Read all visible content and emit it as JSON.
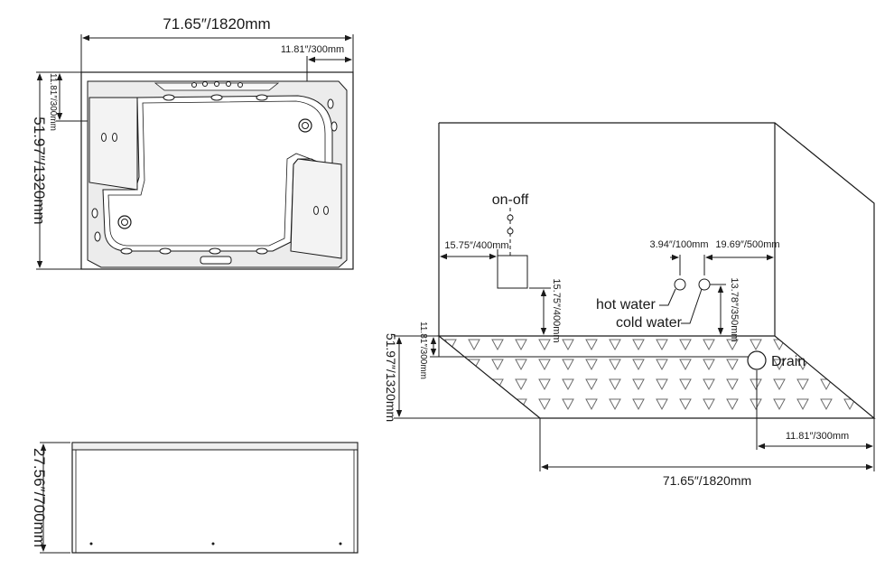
{
  "top_view": {
    "width_label": "71.65″/1820mm",
    "height_label": "51.97″/1320mm",
    "offset_x_label": "11.81″/300mm",
    "offset_y_label": "11.81″/300mm"
  },
  "side_view": {
    "height_label": "27.56″/700mm"
  },
  "install_view": {
    "onoff_label": "on-off",
    "switch_x_label": "15.75″/400mm",
    "switch_h_label": "15.75″/400mm",
    "pipe_gap_label": "3.94″/100mm",
    "pipe_wall_label": "19.69″/500mm",
    "pipe_h_label": "13.78″/350mm",
    "hot_water_label": "hot water",
    "cold_water_label": "cold water",
    "drain_label": "Drain",
    "floor_offset_label": "11.81″/300mm",
    "floor_depth_label": "51.97″/1320mm",
    "drain_offset_label": "11.81″/300mm",
    "floor_width_label": "71.65″/1820mm"
  },
  "colors": {
    "line": "#1a1a1a",
    "shade": "#e6e6e6",
    "tile": "#6a6a6a"
  }
}
